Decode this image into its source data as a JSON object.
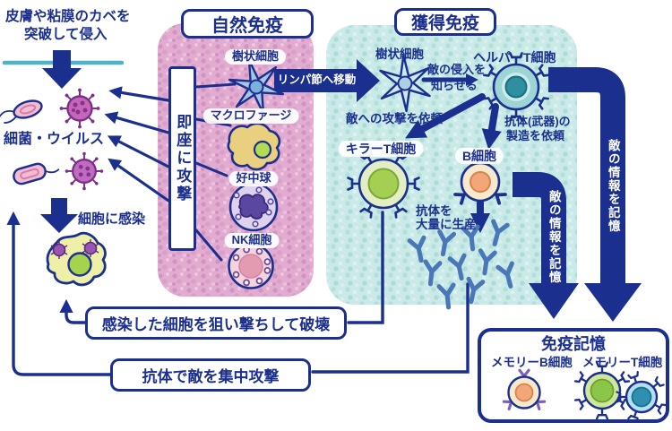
{
  "intro": {
    "line1": "皮膚や粘膜のカベを",
    "line2": "突破して侵入"
  },
  "left": {
    "bacteria_virus": "細菌・ウイルス",
    "infect": "細胞に感染"
  },
  "innate": {
    "title": "自然免疫",
    "immediate_attack": "即座に攻撃",
    "cells": {
      "dendritic": "樹状細胞",
      "macrophage": "マクロファージ",
      "neutrophil": "好中球",
      "nk": "NK細胞"
    }
  },
  "transfer": {
    "label": "リンパ節へ移動"
  },
  "adaptive": {
    "title": "獲得免疫",
    "dendritic": "樹状細胞",
    "helper_t": "ヘルパーT細胞",
    "notify1": "敵の侵入を",
    "notify2": "知らせる",
    "request_attack": "敵への攻撃を依頼",
    "request_antibody1": "抗体(武器)の",
    "request_antibody2": "製造を依頼",
    "killer_t": "キラーT細胞",
    "b_cell": "B細胞",
    "produce1": "抗体を",
    "produce2": "大量に生産"
  },
  "memory_arrows": {
    "outer": "敵の情報を記憶",
    "inner": "敵の情報を記憶"
  },
  "memory": {
    "title": "免疫記憶",
    "b_label": "メモリーB細胞",
    "t_label": "メモリーT細胞"
  },
  "actions": {
    "destroy": "感染した細胞を狙い撃ちして破壊",
    "focus_attack": "抗体で敵を集中攻撃"
  },
  "colors": {
    "navy": "#1b2f8e",
    "pink_region": "#e2abd0",
    "blue_region": "#c9eae7",
    "teal_line": "#4fb2c6"
  }
}
